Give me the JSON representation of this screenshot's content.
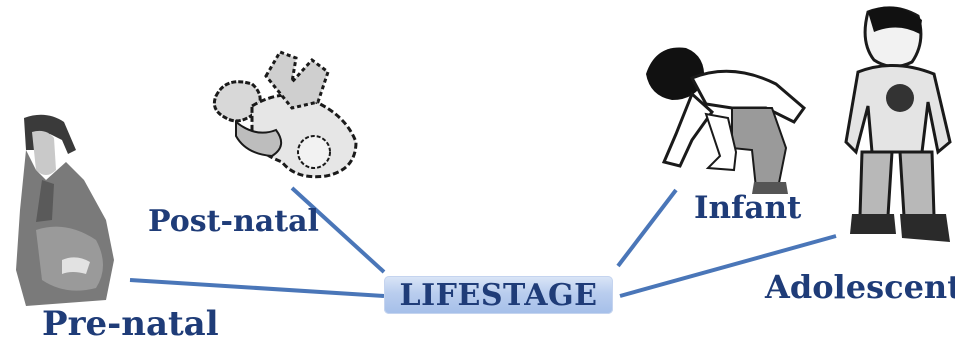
{
  "center": {
    "label": "LIFESTAGE"
  },
  "stages": {
    "pre_natal": "Pre-natal",
    "post_natal": "Post-natal",
    "infant": "Infant",
    "adolescent": "Adolescent"
  },
  "colors": {
    "text": "#1f3c78",
    "connector": "#4a76b8",
    "box_light": "#dbe6f7",
    "box_dark": "#a5bfe9",
    "figure_fill": "#9a9a9a",
    "figure_dark": "#1a1a1a"
  },
  "icons": [
    "pregnant-woman-icon",
    "baby-icon",
    "crawling-toddler-icon",
    "sitting-teen-icon"
  ]
}
